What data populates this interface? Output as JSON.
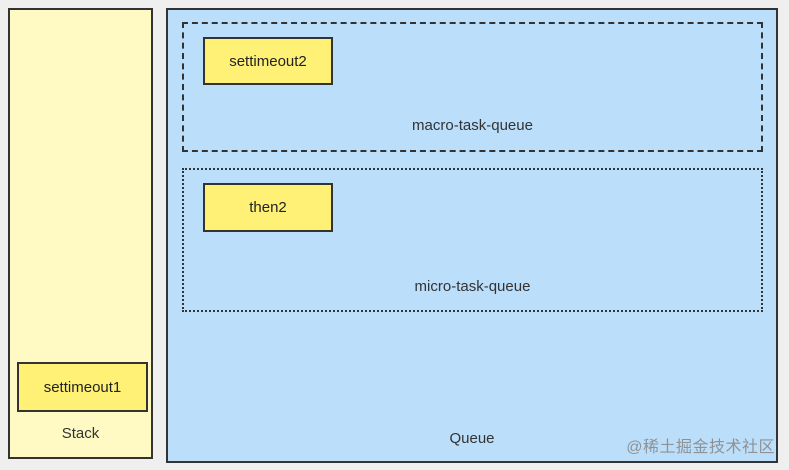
{
  "stack": {
    "label": "Stack",
    "items": [
      {
        "label": "settimeout1"
      }
    ]
  },
  "queue": {
    "label": "Queue",
    "macro_task_queue": {
      "label": "macro-task-queue",
      "items": [
        {
          "label": "settimeout2"
        }
      ]
    },
    "micro_task_queue": {
      "label": "micro-task-queue",
      "items": [
        {
          "label": "then2"
        }
      ]
    }
  },
  "watermark": "@稀土掘金技术社区",
  "colors": {
    "background": "#efefef",
    "stack_fill": "#fff9c4",
    "queue_fill": "#bbdefb",
    "task_fill": "#fff176",
    "border": "#333333"
  }
}
